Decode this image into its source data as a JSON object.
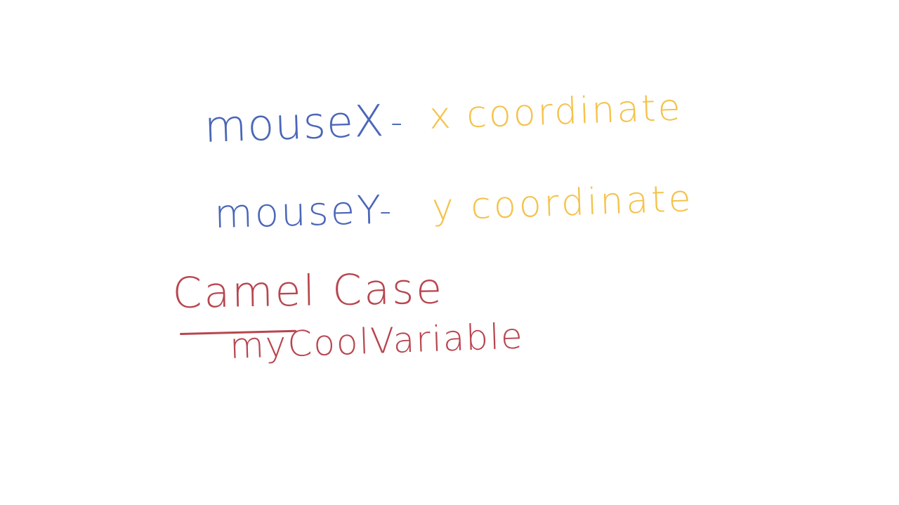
{
  "notes": {
    "line1": {
      "term": "mouseX",
      "separator": "-",
      "description": "x coordinate"
    },
    "line2": {
      "term": "mouseY",
      "separator": "-",
      "description": "y coordinate"
    },
    "camel_case": {
      "title": "Camel Case",
      "example": "myCoolVariable"
    }
  },
  "colors": {
    "background": "#ffffff",
    "term_ink": "#4a66b8",
    "description_ink": "#f5c24a",
    "camel_ink": "#b8464f"
  }
}
